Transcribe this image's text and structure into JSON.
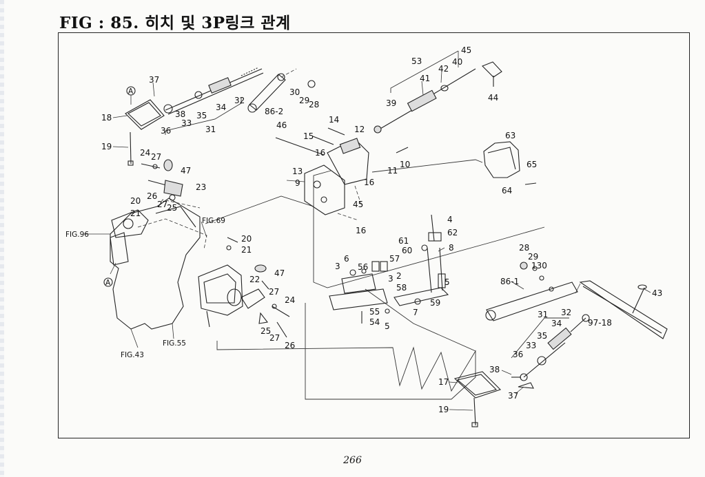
{
  "title": "FIG : 85. 히치 및 3P링크 관계",
  "page_number": "266",
  "refs": {
    "fig96": "FIG.96",
    "fig69": "FIG.69",
    "fig43": "FIG.43",
    "fig55": "FIG.55"
  },
  "marker": "A",
  "labels": [
    "37",
    "18",
    "A",
    "19",
    "36",
    "38",
    "33",
    "35",
    "34",
    "32",
    "31",
    "86-2",
    "30",
    "29",
    "28",
    "24",
    "27",
    "47",
    "23",
    "26",
    "20",
    "21",
    "27",
    "25",
    "20",
    "21",
    "46",
    "14",
    "15",
    "12",
    "16",
    "11",
    "10",
    "13",
    "9",
    "16",
    "45",
    "16",
    "53",
    "45",
    "40",
    "42",
    "41",
    "39",
    "44",
    "63",
    "65",
    "64",
    "4",
    "62",
    "61",
    "60",
    "8",
    "6",
    "3",
    "56",
    "57",
    "2",
    "3",
    "58",
    "5",
    "59",
    "7",
    "55",
    "54",
    "5",
    "47",
    "22",
    "27",
    "24",
    "25",
    "27",
    "26",
    "28",
    "29",
    "130",
    "86-1",
    "43",
    "97-18",
    "31",
    "32",
    "34",
    "35",
    "33",
    "36",
    "38",
    "37",
    "17",
    "19"
  ]
}
